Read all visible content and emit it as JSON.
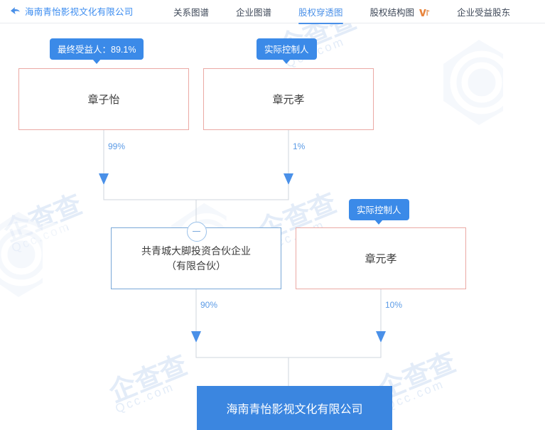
{
  "header": {
    "back_icon": "back-arrow-icon",
    "company_title": "海南青怡影视文化有限公司",
    "tabs": [
      {
        "label": "关系图谱",
        "active": false,
        "vip": false
      },
      {
        "label": "企业图谱",
        "active": false,
        "vip": false
      },
      {
        "label": "股权穿透图",
        "active": true,
        "vip": false
      },
      {
        "label": "股权结构图",
        "active": false,
        "vip": true
      },
      {
        "label": "企业受益股东",
        "active": false,
        "vip": false
      }
    ],
    "vip_icon": "vip-badge-icon"
  },
  "watermark": {
    "text": "企查查",
    "domain": "Qcc.com",
    "logo_icon": "qcc-logo-icon"
  },
  "graph": {
    "badges": [
      {
        "name": "beneficiary-badge",
        "text": "最终受益人：89.1%"
      },
      {
        "name": "actual-controller-badge-top",
        "text": "实际控制人"
      },
      {
        "name": "actual-controller-badge-mid",
        "text": "实际控制人"
      }
    ],
    "nodes": [
      {
        "id": "zhang-ziyi",
        "label": "章子怡",
        "type": "person"
      },
      {
        "id": "zhang-yuanxiao-top",
        "label": "章元孝",
        "type": "person"
      },
      {
        "id": "gongqingcheng",
        "label": "共青城大脚投资合伙企业（有限合伙）",
        "line1": "共青城大脚投资合伙企业",
        "line2": "（有限合伙）",
        "type": "company"
      },
      {
        "id": "zhang-yuanxiao-mid",
        "label": "章元孝",
        "type": "person"
      },
      {
        "id": "root-company",
        "label": "海南青怡影视文化有限公司",
        "type": "root"
      }
    ],
    "edges": [
      {
        "from": "zhang-ziyi",
        "to": "gongqingcheng",
        "label": "99%"
      },
      {
        "from": "zhang-yuanxiao-top",
        "to": "gongqingcheng",
        "label": "1%"
      },
      {
        "from": "gongqingcheng",
        "to": "root-company",
        "label": "90%"
      },
      {
        "from": "zhang-yuanxiao-mid",
        "to": "root-company",
        "label": "10%"
      }
    ],
    "collapse_toggle": {
      "name": "collapse-toggle-icon",
      "state": "expanded"
    }
  },
  "colors": {
    "accent_blue": "#3b8ae8",
    "link_blue": "#5b9be6",
    "person_border": "#eba9a4",
    "company_border": "#79a8d8",
    "root_fill": "#3b86e0",
    "vip_orange": "#e8843c",
    "watermark": "#e3ecf8"
  }
}
